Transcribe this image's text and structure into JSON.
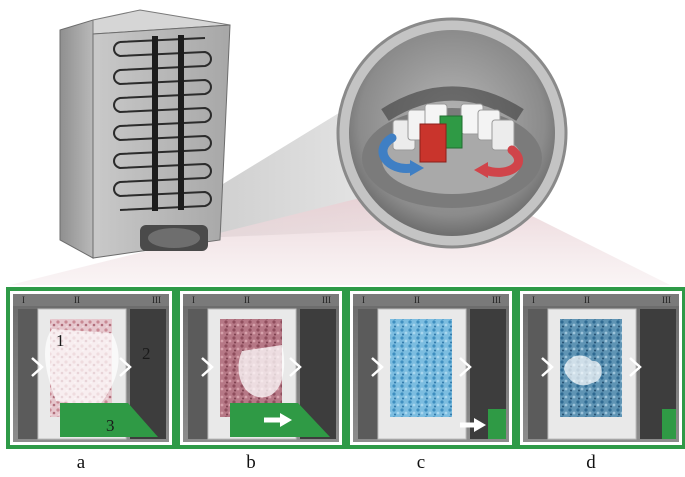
{
  "panels": [
    {
      "label": "a",
      "numbers": [
        "1",
        "2",
        "3"
      ],
      "roman": [
        "I",
        "II",
        "III"
      ]
    },
    {
      "label": "b",
      "roman": [
        "I",
        "II",
        "III"
      ]
    },
    {
      "label": "c",
      "roman": [
        "I",
        "II",
        "III"
      ]
    },
    {
      "label": "d",
      "roman": [
        "I",
        "II",
        "III"
      ]
    }
  ],
  "colors": {
    "panel_border": "#2e9a47",
    "wheel_green": "#2f9a45",
    "cold_fluid": "#3f7fc4",
    "hot_fluid": "#d0444a",
    "magnet_red": "#c9342c",
    "cold_material": "#5ea9d4",
    "hot_material": "#c98a94"
  }
}
